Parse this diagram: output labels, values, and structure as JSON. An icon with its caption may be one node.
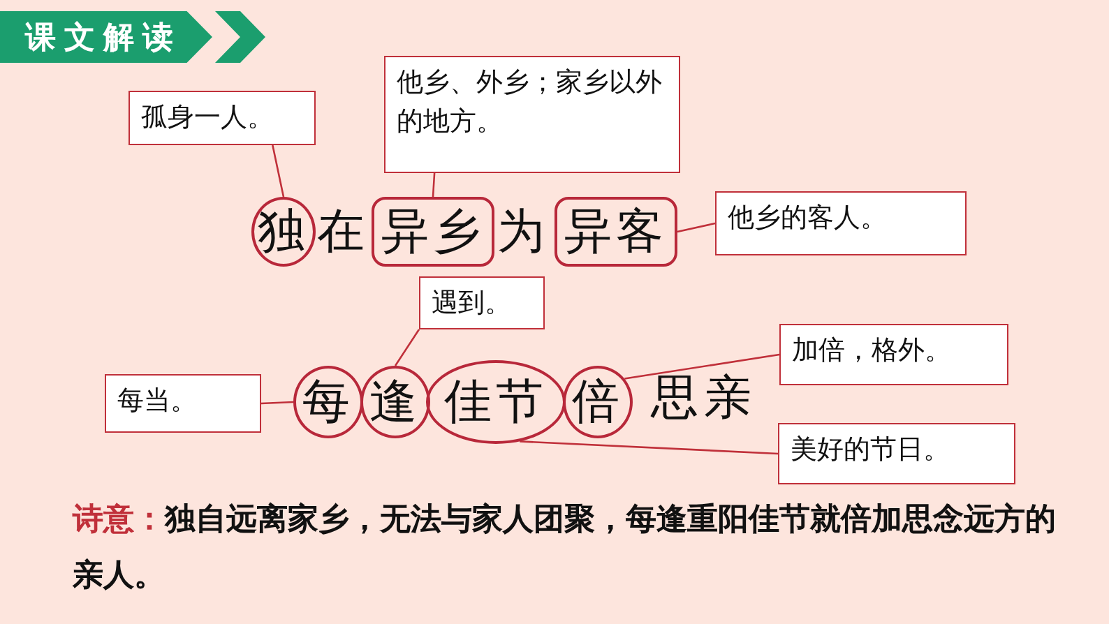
{
  "diagram": {
    "nodes": [
      {
        "text": [
          "课文解读"
        ]
      },
      {
        "text": [
          "孤身一人。"
        ]
      },
      {
        "text": [
          "他乡、外乡；家乡以外的地方。"
        ]
      },
      {
        "text": [
          "独"
        ]
      },
      {
        "text": [
          "异乡"
        ]
      },
      {
        "text": [
          "异客"
        ]
      },
      {
        "text": [
          "他乡的客人。"
        ]
      },
      {
        "text": [
          "遇到。"
        ]
      },
      {
        "text": [
          "加倍，格外。"
        ]
      },
      {
        "text": [
          "每当。"
        ]
      },
      {
        "text": [
          "每"
        ]
      },
      {
        "text": [
          "逢"
        ]
      },
      {
        "text": [
          "佳节"
        ]
      },
      {
        "text": [
          "倍"
        ]
      },
      {
        "text": [
          "美好的节日。"
        ]
      }
    ],
    "edges": [
      {
        "from": 1,
        "to": 3,
        "arrow": "none"
      },
      {
        "from": 2,
        "to": 4,
        "arrow": "none"
      },
      {
        "from": 5,
        "to": 6,
        "arrow": "none"
      },
      {
        "from": 7,
        "to": 11,
        "arrow": "none"
      },
      {
        "from": 8,
        "to": 13,
        "arrow": "none"
      },
      {
        "from": 9,
        "to": 10,
        "arrow": "none"
      },
      {
        "from": 14,
        "to": 12,
        "arrow": "none"
      }
    ],
    "labels": [
      "在",
      "为",
      "思亲",
      "**诗意：**独自远离家乡，无法与家人团聚，每逢重阳佳节就倍加思念远方的亲人。"
    ]
  }
}
